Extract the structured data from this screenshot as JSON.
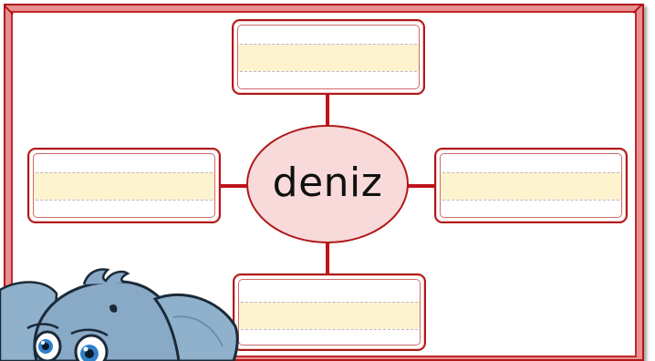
{
  "center": {
    "word": "deniz"
  },
  "boxes": [
    {
      "id": "top",
      "text": ""
    },
    {
      "id": "left",
      "text": ""
    },
    {
      "id": "right",
      "text": ""
    },
    {
      "id": "bottom",
      "text": ""
    }
  ],
  "colors": {
    "frame": "#b01818",
    "connector": "#c0121a",
    "center_fill": "#f8dada",
    "writing_band": "#fdf3cf"
  },
  "decoration": {
    "character": "elephant-icon"
  }
}
